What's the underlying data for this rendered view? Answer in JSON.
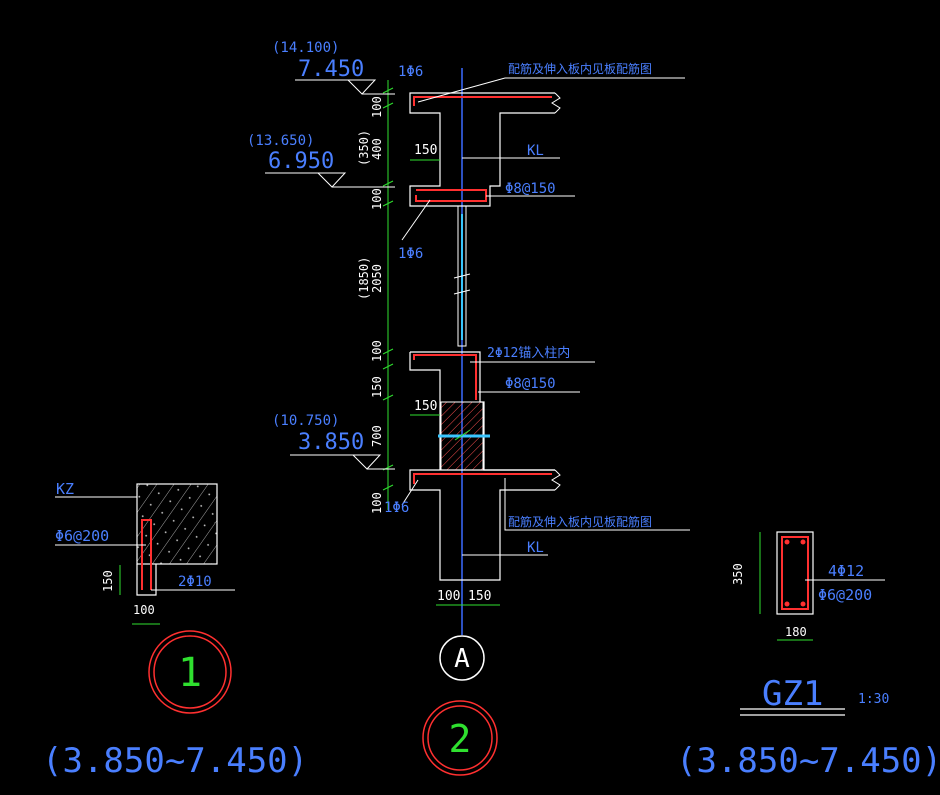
{
  "elevations": {
    "top": {
      "prev": "(14.100)",
      "value": "7.450"
    },
    "mid": {
      "prev": "(13.650)",
      "value": "6.950"
    },
    "low": {
      "prev": "(10.750)",
      "value": "3.850"
    }
  },
  "vertical_dims": {
    "d100a": "100",
    "d400": "400",
    "d350p": "(350)",
    "d100b": "100",
    "d2050": "2050",
    "d1850p": "(1850)",
    "d100c": "100",
    "d150": "150",
    "d700": "700",
    "d100d": "100"
  },
  "section2_labels": {
    "phi6_top": "1Φ6",
    "note_top": "配筋及伸入板内见板配筋图",
    "dim150_upper": "150",
    "kl_upper": "KL",
    "stirrup_upper": "Φ8@150",
    "phi6_mid": "1Φ6",
    "anchor": "2Φ12锚入柱内",
    "stirrup_lower": "Φ8@150",
    "dim150_lower": "150",
    "phi6_bottom": "1Φ6",
    "note_bottom": "配筋及伸入板内见板配筋图",
    "kl_lower": "KL",
    "dim100_bottom": "100",
    "dim150_bottom": "150",
    "axis": "A"
  },
  "detail1": {
    "kz": "KZ",
    "stirrup": "Φ6@200",
    "dim150": "150",
    "bar": "2Φ10",
    "dim100": "100",
    "number": "1",
    "range": "(3.850~7.450)"
  },
  "detail2": {
    "number": "2"
  },
  "gz1": {
    "dim_h": "350",
    "bars": "4Φ12",
    "stirrup": "Φ6@200",
    "dim_w": "180",
    "title": "GZ1",
    "scale": "1:30",
    "range": "(3.850~7.450)"
  },
  "colors": {
    "background": "#000000",
    "text_blue": "#4a7fff",
    "dim_green": "#2fe02f",
    "rebar_red": "#ff3030",
    "circle_red": "#ff3030"
  }
}
